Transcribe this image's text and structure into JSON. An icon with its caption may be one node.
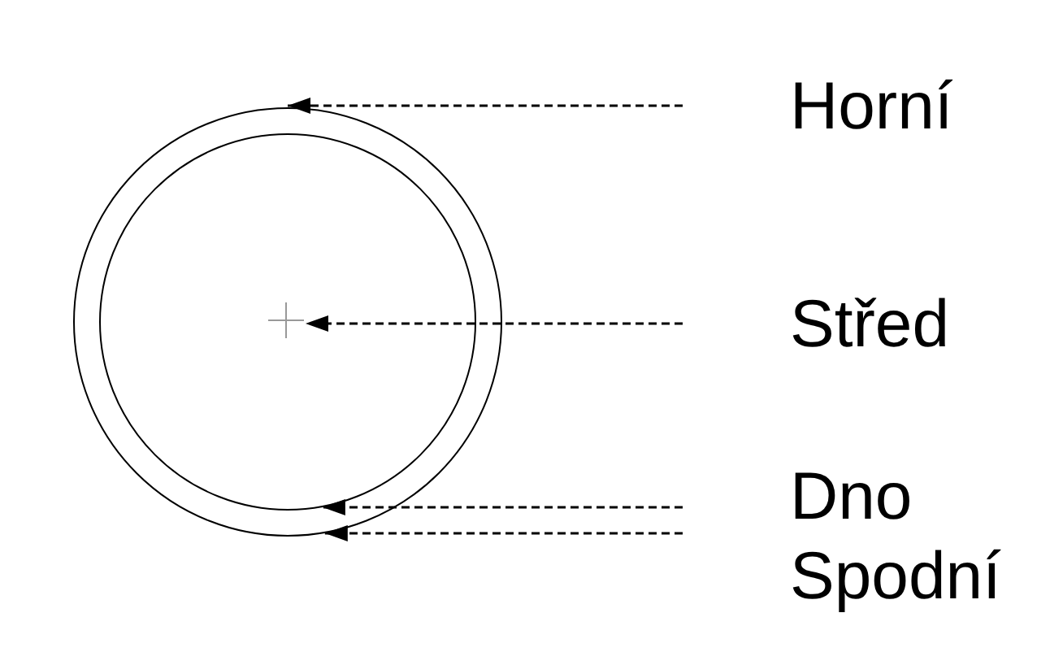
{
  "diagram": {
    "nodes": [
      {
        "text": [],
        "shape": "circle"
      },
      {
        "text": [],
        "shape": "circle",
        "in": 0
      },
      {
        "text": [],
        "shape": "cross",
        "in": 1
      },
      {
        "text": [
          "Horní"
        ]
      },
      {
        "text": [
          "Střed"
        ]
      },
      {
        "text": [
          "Dno"
        ]
      },
      {
        "text": [
          "Spodní"
        ]
      }
    ],
    "edges": [
      {
        "from": 3,
        "to": 0,
        "arrow": "to",
        "style": "dashed"
      },
      {
        "from": 4,
        "to": 2,
        "arrow": "to",
        "style": "dashed"
      },
      {
        "from": 5,
        "to": 1,
        "arrow": "to",
        "style": "dashed"
      },
      {
        "from": 6,
        "to": 0,
        "arrow": "to",
        "style": "dashed"
      }
    ]
  }
}
